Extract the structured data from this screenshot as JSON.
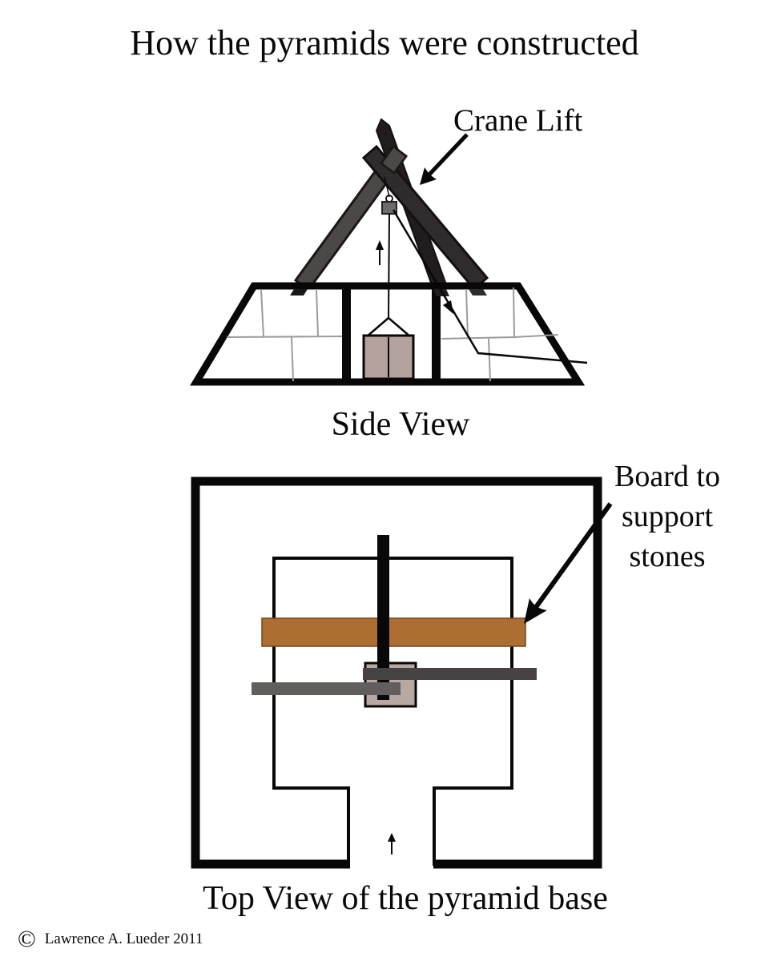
{
  "page": {
    "background": "#ffffff"
  },
  "header": {
    "title": "How the pyramids were constructed"
  },
  "side_view": {
    "crane_label": "Crane Lift",
    "caption": "Side View"
  },
  "top_view": {
    "board_label_lines": [
      "Board to",
      "support",
      "stones"
    ],
    "caption": "Top View of the pyramid base"
  },
  "footer": {
    "copyright_symbol": "©",
    "credit": "Lawrence A. Lueder 2011"
  },
  "colors": {
    "ink": "#0a0708",
    "board_brown": "#ad6e31",
    "board_edge": "#70451c",
    "stone_side": "#b3a29d",
    "stone_top": "#b8a8a2",
    "beam_gray": "#4c4848",
    "beam_dark": "#302c2d",
    "beam_darkest": "#211d1e",
    "bar_dark_gray": "#474243",
    "bar_medium_gray": "#635e5e",
    "pulley_gray": "#6e6a6a",
    "masonry_line": "#9b9b9b"
  }
}
